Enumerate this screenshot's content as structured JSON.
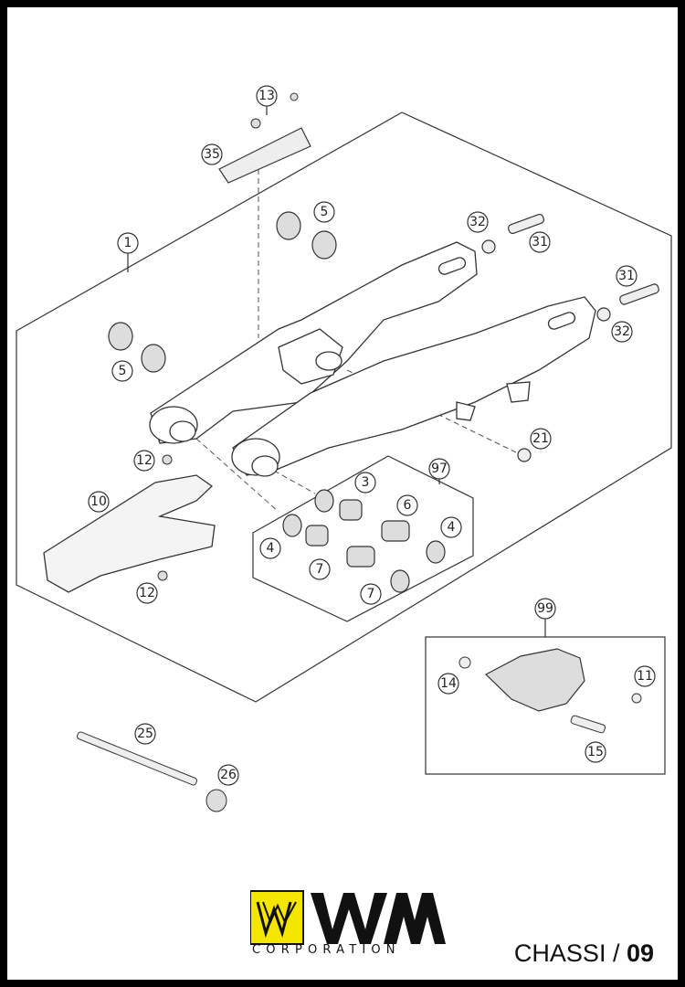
{
  "callouts": {
    "c1": "1",
    "c3": "3",
    "c4a": "4",
    "c4b": "4",
    "c5a": "5",
    "c5b": "5",
    "c6": "6",
    "c7a": "7",
    "c7b": "7",
    "c10": "10",
    "c11": "11",
    "c12a": "12",
    "c12b": "12",
    "c13": "13",
    "c14": "14",
    "c15": "15",
    "c21": "21",
    "c25": "25",
    "c26": "26",
    "c31a": "31",
    "c31b": "31",
    "c32a": "32",
    "c32b": "32",
    "c35": "35",
    "c97": "97",
    "c99": "99"
  },
  "brand": {
    "logo_text": "WM",
    "corporation": "CORPORATION",
    "accent_color": "#f5e600"
  },
  "section": {
    "label": "CHASSI / ",
    "number": "09"
  }
}
